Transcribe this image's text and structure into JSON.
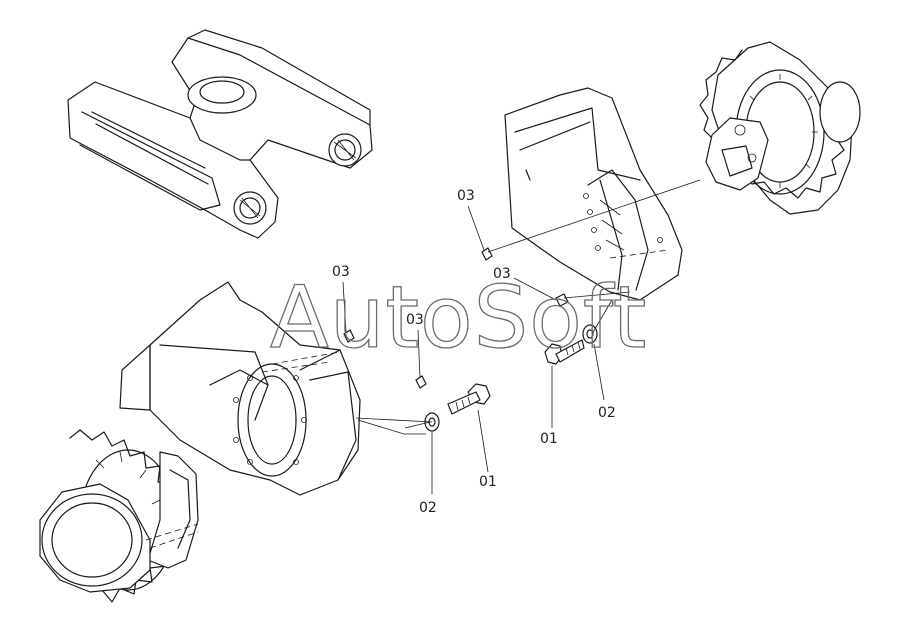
{
  "watermark": "AutoSoft",
  "callouts": {
    "c03_top": "03",
    "c03_left_top": "03",
    "c03_right_mid": "03",
    "c03_left_mid": "03",
    "c01_right": "01",
    "c02_right": "02",
    "c01_left": "01",
    "c02_left": "02"
  },
  "colors": {
    "line": "#1a1a1a",
    "background": "#ffffff",
    "watermark": "#6b6b6b"
  }
}
